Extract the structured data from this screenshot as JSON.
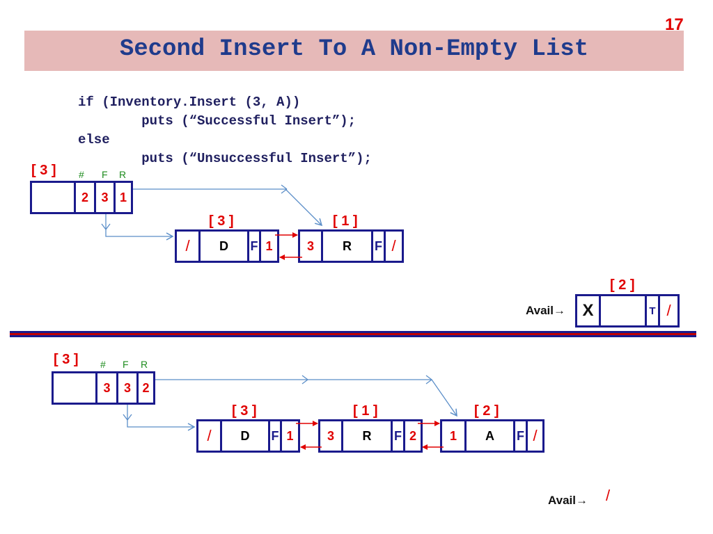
{
  "slide": {
    "number": "17",
    "title": "Second Insert To A Non-Empty List"
  },
  "code": [
    "if (Inventory.Insert (3, A))",
    "        puts (“Successful Insert”);",
    "else",
    "        puts (“Unsuccessful Insert”);"
  ],
  "before": {
    "header_index": "[ 3 ]",
    "header_cols": [
      "#",
      "F",
      "R"
    ],
    "header_values": [
      "2",
      "3",
      "1"
    ],
    "nodes": [
      {
        "index": "[ 3 ]",
        "prev": "/",
        "data": "D",
        "flag": "F",
        "next": "1"
      },
      {
        "index": "[ 1 ]",
        "prev": "3",
        "data": "R",
        "flag": "F",
        "next": "/"
      }
    ],
    "avail": {
      "label": "Avail→",
      "index": "[ 2 ]",
      "prev": "X",
      "data": "",
      "flag": "T",
      "next": "/"
    }
  },
  "after": {
    "header_index": "[ 3 ]",
    "header_cols": [
      "#",
      "F",
      "R"
    ],
    "header_values": [
      "3",
      "3",
      "2"
    ],
    "nodes": [
      {
        "index": "[ 3 ]",
        "prev": "/",
        "data": "D",
        "flag": "F",
        "next": "1"
      },
      {
        "index": "[ 1 ]",
        "prev": "3",
        "data": "R",
        "flag": "F",
        "next": "2"
      },
      {
        "index": "[ 2 ]",
        "prev": "1",
        "data": "A",
        "flag": "F",
        "next": "/"
      }
    ],
    "avail": {
      "label": "Avail→",
      "value": "/"
    }
  },
  "colors": {
    "title_band": "#e6b9b8",
    "title_text": "#1f3b8c",
    "divider": "#c00000",
    "box_border": "#1a1a8c",
    "index_red": "#e00000",
    "header_green": "#1e8c1e",
    "arrow_blue": "#5b8ec8"
  }
}
